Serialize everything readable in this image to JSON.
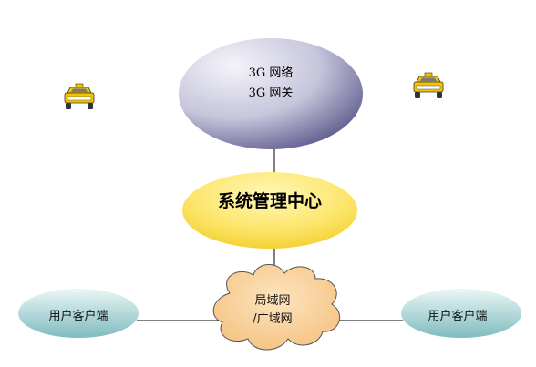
{
  "nodes": {
    "network": {
      "line1": "3G 网络",
      "line2": "3G 网关"
    },
    "center": {
      "label": "系统管理中心"
    },
    "lan": {
      "line1": "局域网",
      "line2": "/广域网"
    },
    "client_left": {
      "label": "用户客户端"
    },
    "client_right": {
      "label": "用户客户端"
    }
  },
  "icons": {
    "vehicle_left": "taxi-icon",
    "vehicle_right": "taxi-icon"
  },
  "colors": {
    "network_light": "#f4f4fa",
    "network_dark": "#5c5a8c",
    "center_light": "#fff8b8",
    "center_dark": "#f2cf2a",
    "cloud_fill": "#f9d29a",
    "client_light": "#eaf6f6",
    "client_dark": "#7fbcbf",
    "connector": "#000000",
    "taxi_body": "#f5c400"
  }
}
